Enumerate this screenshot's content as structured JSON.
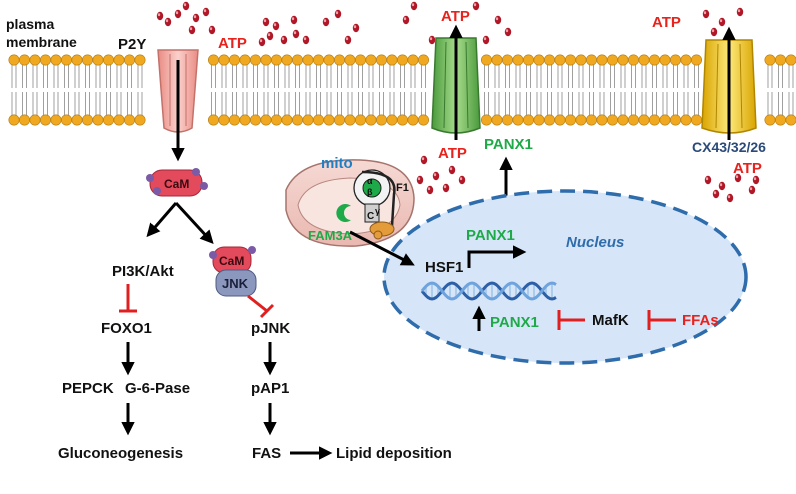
{
  "labels": {
    "plasma_membrane_line1": "plasma",
    "plasma_membrane_line2": "membrane",
    "p2y": "P2Y",
    "atp_p2y": "ATP",
    "atp_panx1_top": "ATP",
    "atp_connexin_top": "ATP",
    "atp_panx1_inner": "ATP",
    "atp_connexin_inner": "ATP",
    "panx1_channel": "PANX1",
    "connexin": "CX43/32/26",
    "cam": "CaM",
    "cam_jnk_cam": "CaM",
    "jnk": "JNK",
    "pi3k_akt": "PI3K/Akt",
    "foxo1": "FOXO1",
    "pepck": "PEPCK",
    "g6pase": "G-6-Pase",
    "gluconeogenesis": "Gluconeogenesis",
    "pjnk": "pJNK",
    "pap1": "pAP1",
    "fas": "FAS",
    "lipid_deposition": "Lipid deposition",
    "mito": "mito",
    "fam3a": "FAM3A",
    "f1": "F1",
    "atp_synthase_alpha": "α",
    "atp_synthase_beta": "β",
    "atp_synthase_gamma": "γ",
    "atp_synthase_c": "C",
    "nucleus": "Nucleus",
    "hsf1": "HSF1",
    "panx1_gene": "PANX1",
    "panx1_expr": "PANX1",
    "mafk": "MafK",
    "ffas": "FFAs"
  },
  "colors": {
    "atp_red": "#e8221c",
    "panx1_green": "#1faa4a",
    "mito_blue": "#1f7fc4",
    "connexin_navy": "#2b4a7a",
    "nucleus_fill": "#d6e6f8",
    "nucleus_border": "#2e6cab",
    "lipid_head": "#f0a820",
    "cam_pink": "#e34a5c",
    "jnk_grey": "#8c97bd",
    "p2y_pink": "#f4b3ad",
    "panx1_channel_green": "#7cc46a",
    "connexin_yellow": "#f5cf2a",
    "inhibit_red": "#e02020"
  }
}
